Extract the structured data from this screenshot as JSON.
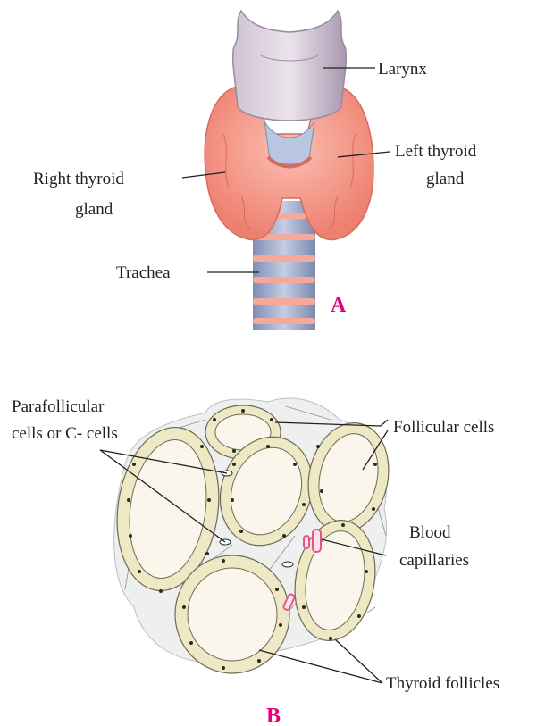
{
  "panel_a": {
    "letter": "A",
    "labels": {
      "larynx": "Larynx",
      "left_1": "Left thyroid",
      "left_2": "gland",
      "right_1": "Right thyroid",
      "right_2": "gland",
      "trachea": "Trachea"
    }
  },
  "panel_b": {
    "letter": "B",
    "labels": {
      "para_1": "Parafollicular",
      "para_2": "cells or C- cells",
      "follicular": "Follicular cells",
      "blood_1": "Blood",
      "blood_2": "capillaries",
      "thyroid_follicles": "Thyroid follicles"
    }
  },
  "colors": {
    "panel_letter": "#e6007e",
    "gland": "#f28e80",
    "larynx": "#b4a6bb",
    "trachea": "#8c9bc2",
    "cell": "#efe8c4",
    "colloid": "#fbf6ec",
    "capillary": "#e6538a"
  }
}
